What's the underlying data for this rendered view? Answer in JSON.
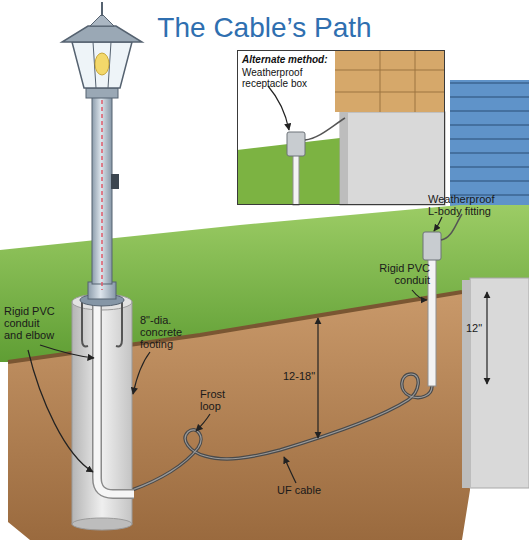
{
  "diagram": {
    "title": "The Cable’s Path",
    "nodes": [
      {
        "text": [
          "Alternate method:",
          "Weatherproof receptacle box"
        ]
      }
    ],
    "labels": [
      "Weatherproof L-body fitting",
      "Rigid PVC conduit",
      "12\"",
      "Rigid PVC conduit and elbow",
      "8\"-dia. concrete footing",
      "12-18\"",
      "Frost loop",
      "UF cable"
    ]
  }
}
